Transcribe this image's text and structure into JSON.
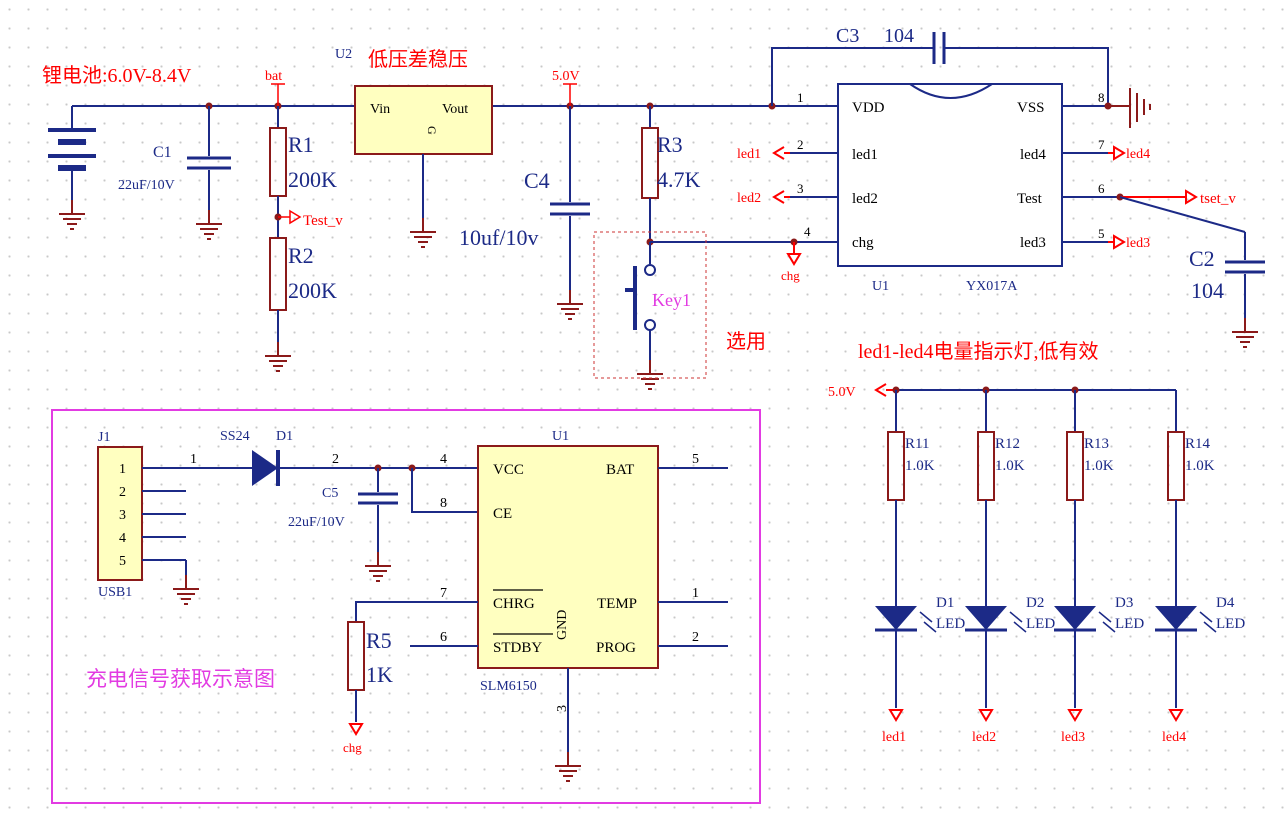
{
  "battery_label": "锂电池:6.0V-8.4V",
  "top": {
    "bat_net": "bat",
    "u2_ref": "U2",
    "u2_title": "低压差稳压",
    "u2_vin": "Vin",
    "u2_vout": "Vout",
    "u2_g": "G",
    "net_5v": "5.0V",
    "c1_ref": "C1",
    "c1_val": "22uF/10V",
    "r1_ref": "R1",
    "r1_val": "200K",
    "r2_ref": "R2",
    "r2_val": "200K",
    "test_v": "Test_v",
    "c4_ref": "C4",
    "c4_val": "10uf/10v",
    "r3_ref": "R3",
    "r3_val": "4.7K",
    "key1": "Key1",
    "optional": "选用",
    "c3_ref": "C3",
    "c3_val": "104",
    "c2_ref": "C2",
    "c2_val": "104"
  },
  "u1_ic": {
    "ref": "U1",
    "part": "YX017A",
    "pins": [
      {
        "num": "1",
        "name": "VDD"
      },
      {
        "num": "2",
        "name": "led1"
      },
      {
        "num": "3",
        "name": "led2"
      },
      {
        "num": "4",
        "name": "chg"
      },
      {
        "num": "8",
        "name": "VSS"
      },
      {
        "num": "7",
        "name": "led4"
      },
      {
        "num": "6",
        "name": "Test"
      },
      {
        "num": "5",
        "name": "led3"
      }
    ],
    "net_labels": [
      "led1",
      "led2",
      "chg",
      "led4",
      "tset_v",
      "led3"
    ]
  },
  "led_section": {
    "title": "led1-led4电量指示灯,低有效",
    "supply": "5.0V",
    "resistors": [
      {
        "ref": "R11",
        "val": "1.0K"
      },
      {
        "ref": "R12",
        "val": "1.0K"
      },
      {
        "ref": "R13",
        "val": "1.0K"
      },
      {
        "ref": "R14",
        "val": "1.0K"
      }
    ],
    "leds": [
      {
        "ref": "D1",
        "type": "LED",
        "net": "led1"
      },
      {
        "ref": "D2",
        "type": "LED",
        "net": "led2"
      },
      {
        "ref": "D3",
        "type": "LED",
        "net": "led3"
      },
      {
        "ref": "D4",
        "type": "LED",
        "net": "led4"
      }
    ]
  },
  "charger": {
    "j1_ref": "J1",
    "usb": "USB1",
    "j1_pins": [
      "1",
      "2",
      "3",
      "4",
      "5"
    ],
    "d1_part": "SS24",
    "d1_ref": "D1",
    "wire_1": "1",
    "wire_2": "2",
    "c5_ref": "C5",
    "c5_val": "22uF/10V",
    "ic_ref": "U1",
    "ic_part": "SLM6150",
    "pins": {
      "vcc": "VCC",
      "vcc_n": "4",
      "ce": "CE",
      "ce_n": "8",
      "chrg": "CHRG",
      "chrg_n": "7",
      "stdby": "STDBY",
      "stdby_n": "6",
      "gnd": "GND",
      "gnd_n": "3",
      "bat": "BAT",
      "bat_n": "5",
      "temp": "TEMP",
      "temp_n": "1",
      "prog": "PROG",
      "prog_n": "2"
    },
    "r5_ref": "R5",
    "r5_val": "1K",
    "chg": "chg",
    "caption": "充电信号获取示意图"
  }
}
